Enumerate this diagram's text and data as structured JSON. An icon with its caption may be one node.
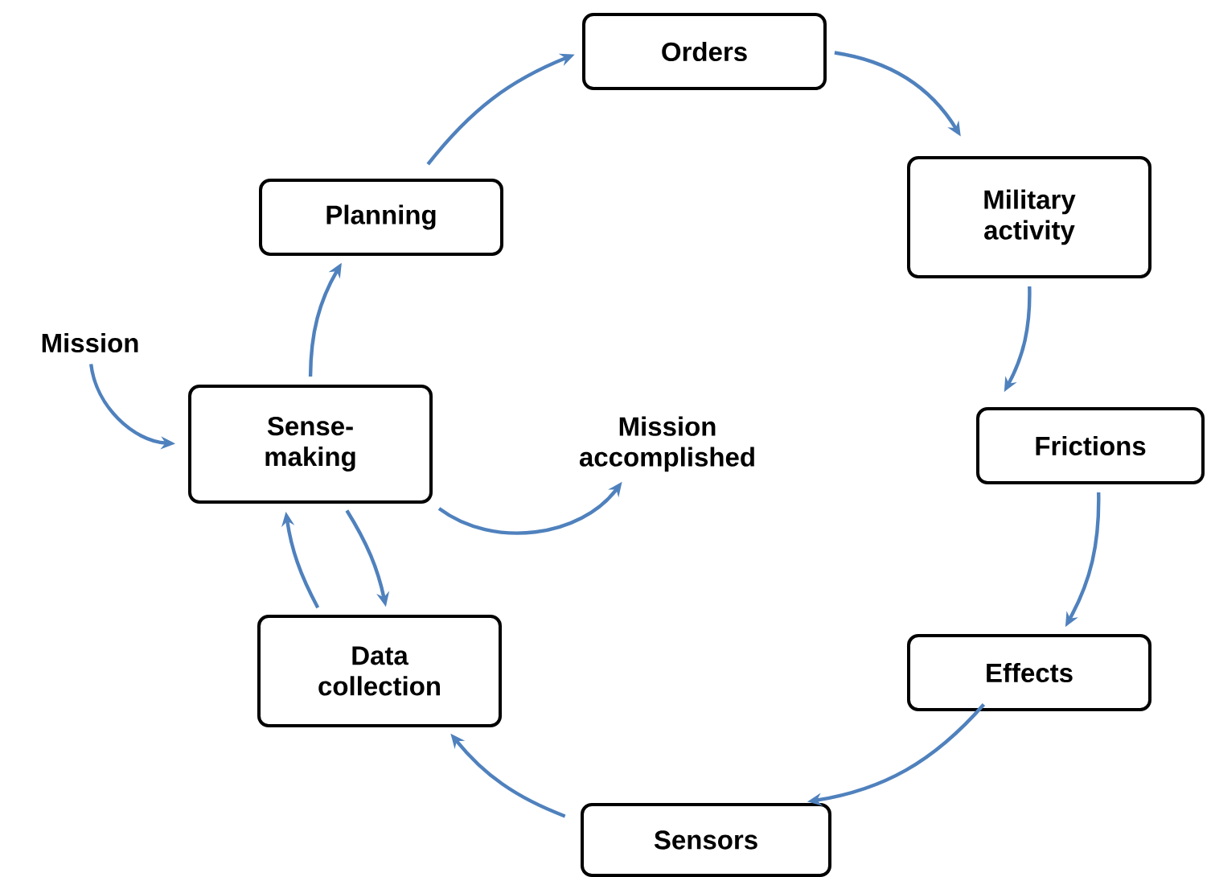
{
  "diagram": {
    "nodes": [
      {
        "text": [
          "Orders"
        ]
      },
      {
        "text": [
          "Military activity"
        ]
      },
      {
        "text": [
          "Frictions"
        ]
      },
      {
        "text": [
          "Effects"
        ]
      },
      {
        "text": [
          "Sensors"
        ]
      },
      {
        "text": [
          "Data collection"
        ]
      },
      {
        "text": [
          "Sense-making"
        ]
      },
      {
        "text": [
          "Planning"
        ]
      },
      {
        "text": [
          "Mission"
        ]
      },
      {
        "text": [
          "Mission accomplished"
        ]
      }
    ],
    "edges": [
      {
        "from": 0,
        "to": 1,
        "arrow": "to"
      },
      {
        "from": 1,
        "to": 2,
        "arrow": "to"
      },
      {
        "from": 2,
        "to": 3,
        "arrow": "to"
      },
      {
        "from": 3,
        "to": 4,
        "arrow": "to"
      },
      {
        "from": 4,
        "to": 5,
        "arrow": "to"
      },
      {
        "from": 5,
        "to": 6,
        "arrow": "to"
      },
      {
        "from": 6,
        "to": 5,
        "arrow": "to"
      },
      {
        "from": 6,
        "to": 7,
        "arrow": "to"
      },
      {
        "from": 7,
        "to": 0,
        "arrow": "to"
      },
      {
        "from": 8,
        "to": 6,
        "arrow": "to"
      },
      {
        "from": 6,
        "to": 9,
        "arrow": "to"
      }
    ]
  }
}
